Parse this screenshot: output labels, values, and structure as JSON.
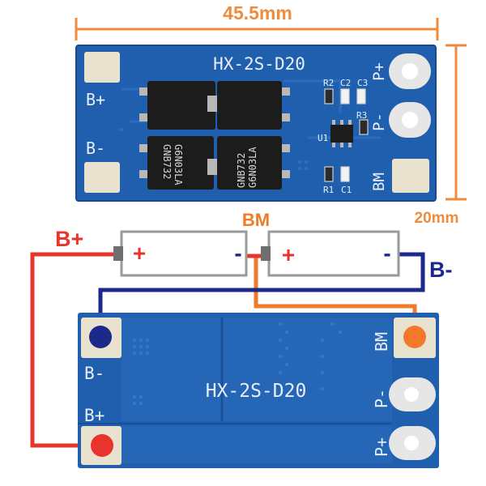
{
  "dimensions": {
    "length": "45.5mm",
    "width": "20mm"
  },
  "board_name": "HX-2S-D20",
  "top_board": {
    "pad_labels": {
      "b_plus": "B+",
      "b_minus": "B-",
      "p_plus": "P+",
      "p_minus": "P-",
      "bm": "BM"
    },
    "component_labels": [
      "R2",
      "C2",
      "C3",
      "R3",
      "U1",
      "R1",
      "C1"
    ],
    "mosfet_markings": [
      {
        "line1": "G6N03LA",
        "line2": "GNB732"
      },
      {
        "line1": "G6N03LA",
        "line2": "GNB732"
      }
    ]
  },
  "wiring": {
    "labels": {
      "b_plus": "B+",
      "b_minus": "B-",
      "bm": "BM"
    },
    "cells": [
      {
        "positive": "+",
        "negative": "-"
      },
      {
        "positive": "+",
        "negative": "-"
      }
    ]
  },
  "bottom_board": {
    "pad_labels": {
      "b_minus": "B-",
      "b_plus": "B+",
      "p_minus": "P-",
      "p_plus": "P+",
      "bm": "BM"
    }
  },
  "colors": {
    "pcb": "#1f5fae",
    "pcb_dark": "#18498a",
    "pad": "#e8e2cf",
    "dimension": "#f08a3c",
    "wire_red": "#e8342c",
    "wire_blue": "#1b2a8a",
    "wire_orange": "#f07a2a"
  }
}
